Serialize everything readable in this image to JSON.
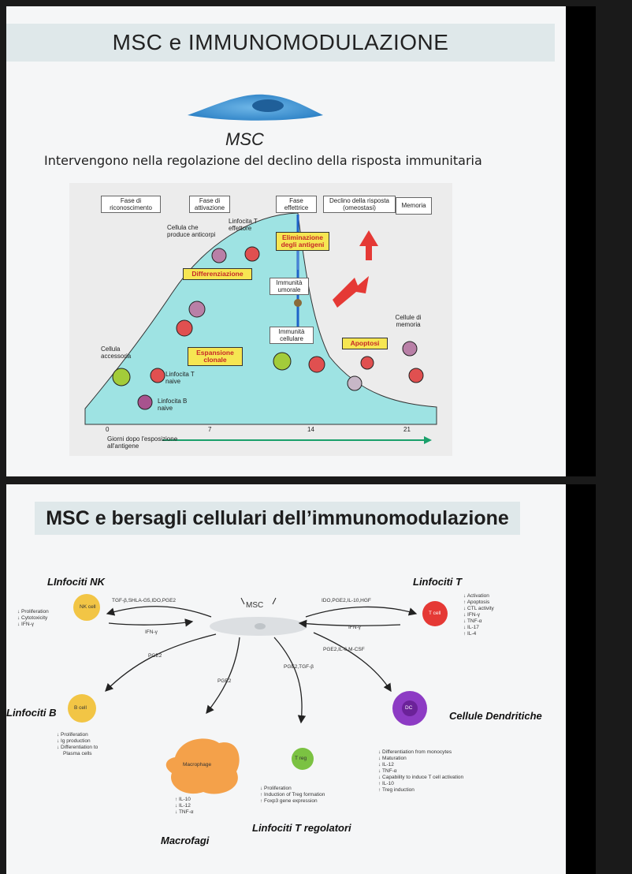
{
  "slide1": {
    "title": "MSC e IMMUNOMODULAZIONE",
    "cell_label": "MSC",
    "subtitle": "Intervengono nella regolazione del declino della risposta immunitaria",
    "diagram": {
      "phases": [
        "Fase di riconoscimento",
        "Fase di attivazione",
        "Fase effettrice",
        "Declino della risposta (omeostasi)",
        "Memoria"
      ],
      "labels": {
        "cellula": "Cellula che produce anticorpi",
        "linfocita_t_eff": "Linfocita T effettore",
        "eliminazione": "Eliminazione degli antigeni",
        "differenziazione": "Differenziazione",
        "immunita_umorale": "Immunità umorale",
        "immunita_cellulare": "Immunità cellulare",
        "apoptosi": "Apoptosi",
        "cellule_memoria": "Cellule di memoria",
        "cellula_accessoria": "Cellula accessoria",
        "espansione": "Espansione clonale",
        "linfocita_t_naive": "Linfocita T naive",
        "linfocita_b_naive": "Linfocita B naive",
        "giorni": "Giorni dopo l'esposizione all'antigene"
      },
      "ticks": [
        "0",
        "7",
        "14",
        "21"
      ]
    }
  },
  "slide2": {
    "title": "MSC e bersagli cellulari dell’immunomodulazione",
    "center": "MSC",
    "targets": {
      "nk": "LInfociti NK",
      "t": "Linfociti T",
      "b": "Linfociti B",
      "dc": "Cellule Dendritiche",
      "macro": "Macrofagi",
      "treg": "Linfociti T regolatori"
    },
    "cells": {
      "nk": "NK cell",
      "t": "T cell",
      "b": "B cell",
      "dc": "DC",
      "macro": "Macrophage",
      "treg": "T reg"
    },
    "arrows": {
      "to_nk": "TGF-β,SHLA-G5,IDO,PGE2",
      "from_nk": "IFN-γ",
      "to_t": "IDO,PGE2,IL-10,HGF",
      "from_t": "IFN-γ",
      "to_b": "PGE2",
      "to_macro": "PGE2",
      "to_treg": "PGE2,TGF-β",
      "to_dc": "PGE2,IL-6,M-CSF"
    },
    "effects": {
      "nk": [
        "↓ Proliferation",
        "↓ Cytotoxicity",
        "↓ IFN-γ"
      ],
      "t": [
        "↓ Activation",
        "↑ Apoptosis",
        "↓ CTL activity",
        "↓ IFN-γ",
        "↓ TNF-α",
        "↓ IL-17",
        "↑ IL-4"
      ],
      "b": [
        "↓ Proliferation",
        "↓ Ig production",
        "↓ Differentiation to",
        "Plasma cells"
      ],
      "dc": [
        "↓ Differentiation from monocytes",
        "↓ Maturation",
        "↓ IL-12",
        "↓ TNF-α",
        "↓ Capability to induce T cell activation",
        "↑ IL-10",
        "↑ Treg induction"
      ],
      "macro": [
        "↑ IL-10",
        "↓ IL-12",
        "↓ TNF-α"
      ],
      "treg": [
        "↓ Proliferation",
        "↑ Induction of Treg formation",
        "↑ Foxp3 gene expression"
      ]
    }
  }
}
